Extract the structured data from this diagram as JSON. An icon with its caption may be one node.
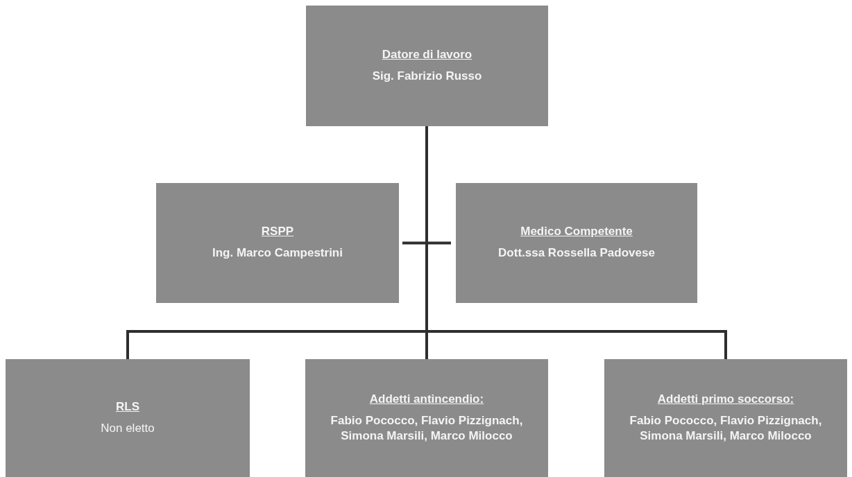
{
  "diagram": {
    "nodes": [
      {
        "text": [
          "Datore di lavoro",
          "Sig. Fabrizio Russo"
        ]
      },
      {
        "text": [
          "RSPP",
          "Ing. Marco Campestrini"
        ]
      },
      {
        "text": [
          "Medico Competente",
          "Dott.ssa Rossella Padovese"
        ]
      },
      {
        "text": [
          "RLS",
          "Non eletto"
        ]
      },
      {
        "text": [
          "Addetti antincendio:",
          "Fabio Pococco, Flavio Pizzignach, Simona Marsili, Marco Milocco"
        ]
      },
      {
        "text": [
          "Addetti primo soccorso:",
          "Fabio Pococco, Flavio Pizzignach, Simona Marsili, Marco Milocco"
        ]
      }
    ],
    "edges": [
      {
        "from": 0,
        "to": 1,
        "arrow": "none"
      },
      {
        "from": 0,
        "to": 2,
        "arrow": "none"
      },
      {
        "from": 0,
        "to": 3,
        "arrow": "none"
      },
      {
        "from": 0,
        "to": 4,
        "arrow": "none"
      },
      {
        "from": 0,
        "to": 5,
        "arrow": "none"
      }
    ]
  }
}
